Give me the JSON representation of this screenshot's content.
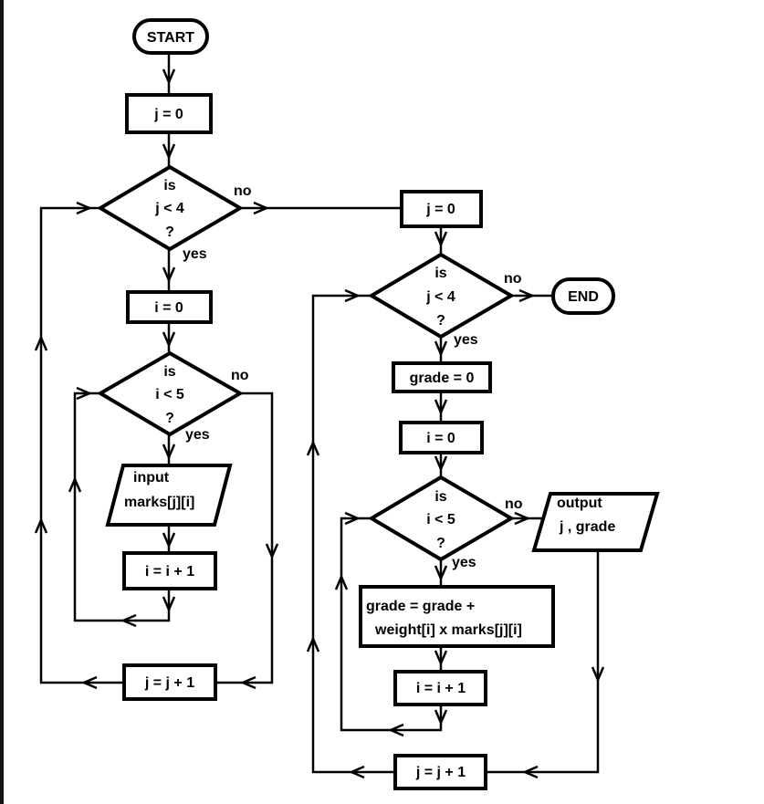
{
  "flowchart": {
    "start": "START",
    "end": "END",
    "left": {
      "init_j": "j = 0",
      "cond_j": {
        "l1": "is",
        "l2": "j < 4",
        "l3": "?"
      },
      "init_i": "i = 0",
      "cond_i": {
        "l1": "is",
        "l2": "i < 5",
        "l3": "?"
      },
      "input": {
        "l1": "input",
        "l2": "marks[j][i]"
      },
      "inc_i": "i = i + 1",
      "inc_j": "j = j + 1"
    },
    "right": {
      "init_j": "j = 0",
      "cond_j": {
        "l1": "is",
        "l2": "j < 4",
        "l3": "?"
      },
      "init_grade": "grade = 0",
      "init_i": "i = 0",
      "cond_i": {
        "l1": "is",
        "l2": "i < 5",
        "l3": "?"
      },
      "output": {
        "l1": "output",
        "l2": "j , grade"
      },
      "calc": {
        "l1": "grade = grade +",
        "l2": "weight[i] x marks[j][i]"
      },
      "inc_i": "i = i + 1",
      "inc_j": "j = j + 1"
    },
    "labels": {
      "yes": "yes",
      "no": "no"
    }
  }
}
